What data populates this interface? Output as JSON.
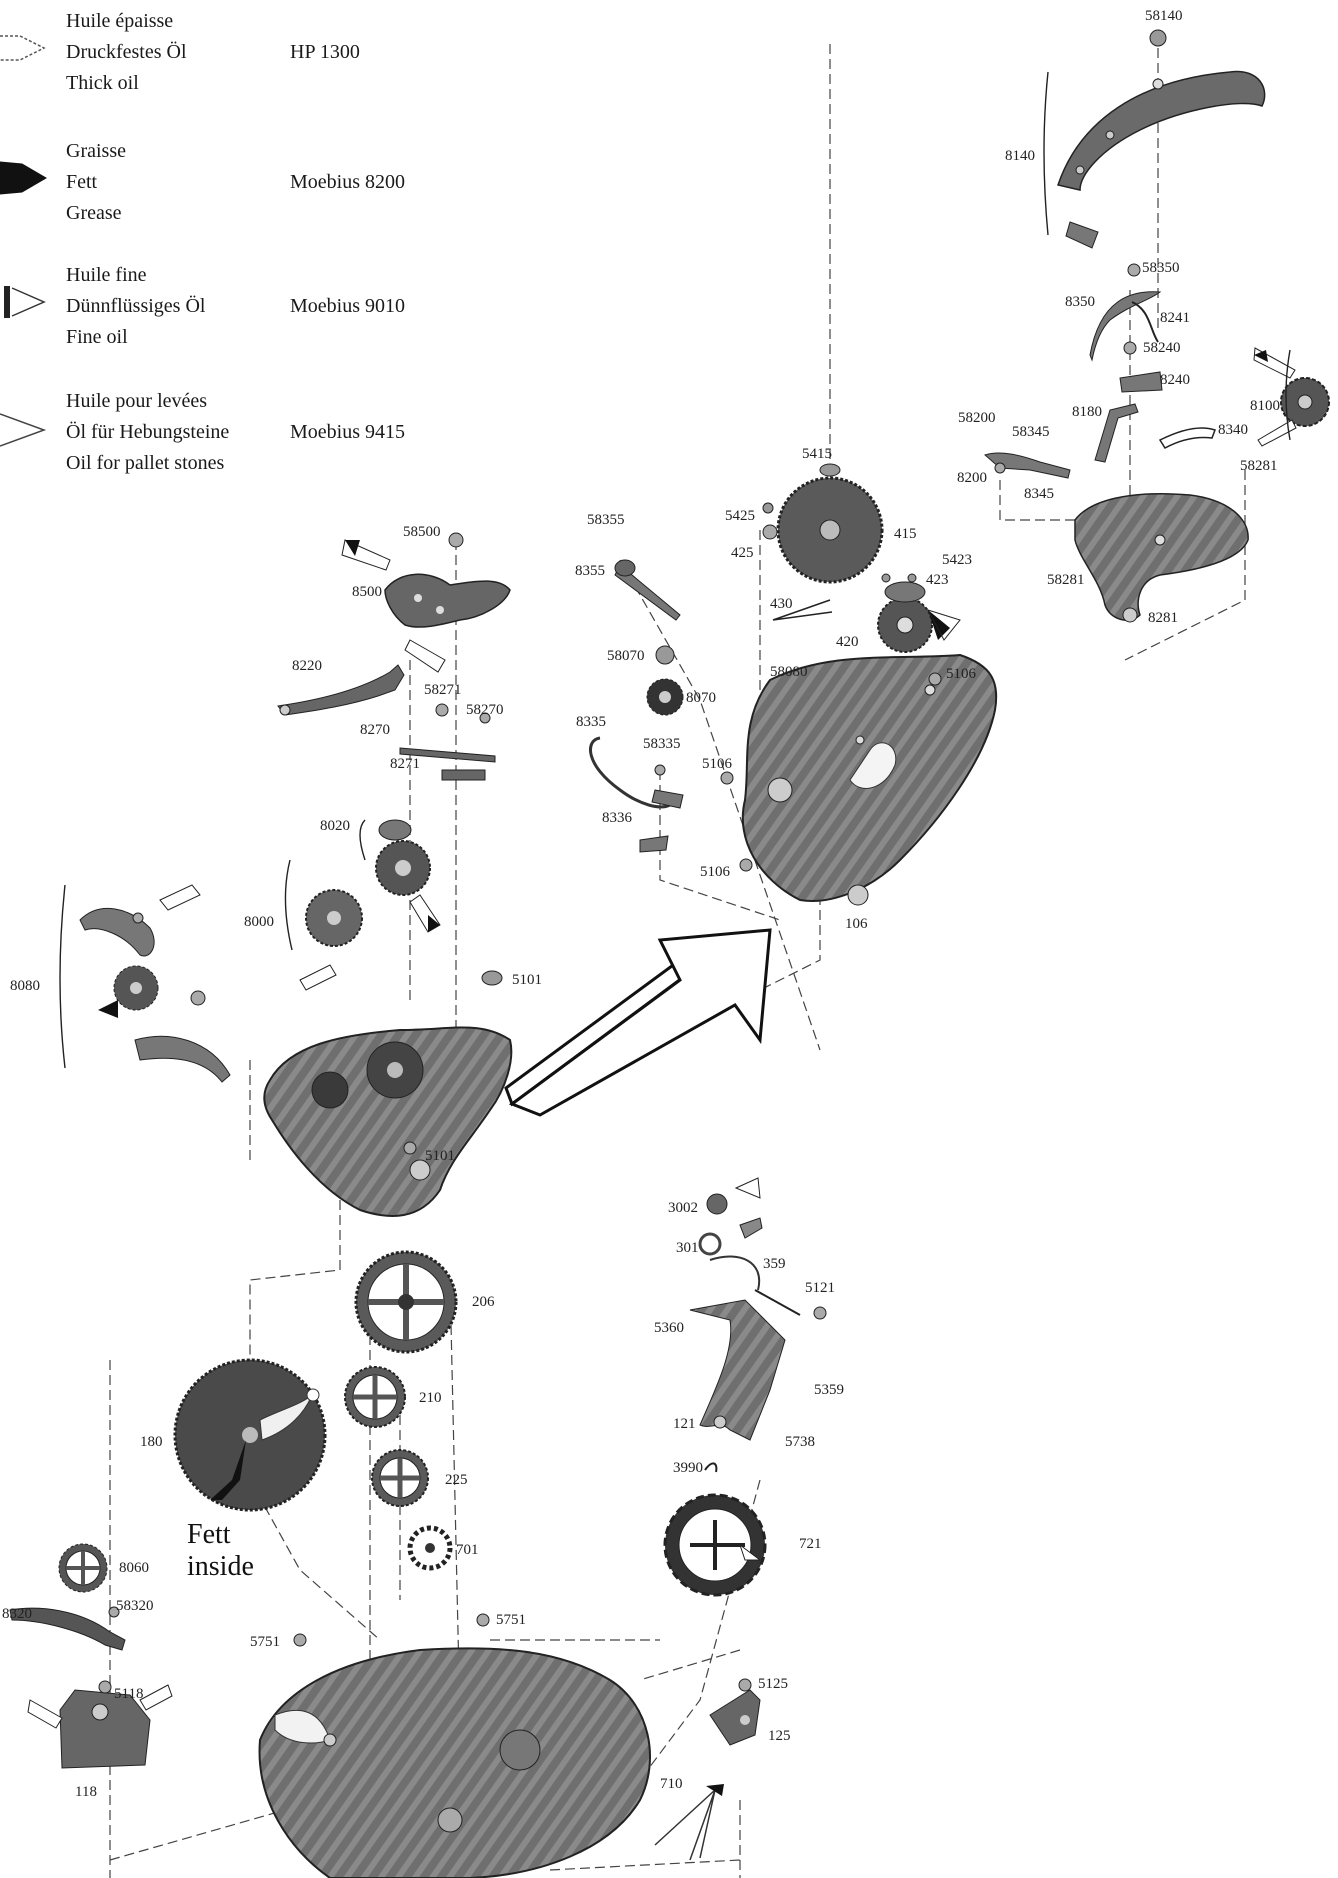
{
  "legend": [
    {
      "glyph": "thick-oil-icon",
      "fr": "Huile épaisse",
      "de": "Druckfestes Öl",
      "en": "Thick oil",
      "product": "HP 1300"
    },
    {
      "glyph": "grease-icon",
      "fr": "Graisse",
      "de": "Fett",
      "en": "Grease",
      "product": "Moebius 8200"
    },
    {
      "glyph": "fine-oil-icon",
      "fr": "Huile fine",
      "de": "Dünnflüssiges Öl",
      "en": "Fine oil",
      "product": "Moebius 9010"
    },
    {
      "glyph": "pallet-oil-icon",
      "fr": "Huile pour levées",
      "de": "Öl für Hebungsteine",
      "en": "Oil for pallet stones",
      "product": "Moebius 9415"
    }
  ],
  "annotation": {
    "line1": "Fett",
    "line2": "inside"
  },
  "part_labels": {
    "p58140": "58140",
    "p8140": "8140",
    "p58350": "58350",
    "p8350": "8350",
    "p8241": "8241",
    "p58240": "58240",
    "p8240": "8240",
    "p8100": "8100",
    "p8340": "8340",
    "p58200": "58200",
    "p58345": "58345",
    "p8180": "8180",
    "p8200": "8200",
    "p8345": "8345",
    "p58281a": "58281",
    "p58281b": "58281",
    "p8281": "8281",
    "p5415": "5415",
    "p5425": "5425",
    "p415": "415",
    "p425": "425",
    "p5423": "5423",
    "p423": "423",
    "p58355": "58355",
    "p8355": "8355",
    "p430": "430",
    "p420": "420",
    "p58070": "58070",
    "p8070": "8070",
    "p58080": "58080",
    "p5106a": "5106",
    "p5106b": "5106",
    "p5106c": "5106",
    "p8335": "8335",
    "p58335": "58335",
    "p8336": "8336",
    "p106": "106",
    "p58500": "58500",
    "p8500": "8500",
    "p8220": "8220",
    "p58271": "58271",
    "p58270": "58270",
    "p8270": "8270",
    "p8271": "8271",
    "p8020": "8020",
    "p8000": "8000",
    "p8080": "8080",
    "p5101a": "5101",
    "p5101b": "5101",
    "p3002": "3002",
    "p301": "301",
    "p359": "359",
    "p5121": "5121",
    "p5360": "5360",
    "p5359": "5359",
    "p121": "121",
    "p5738": "5738",
    "p3990": "3990",
    "p721": "721",
    "p206": "206",
    "p210": "210",
    "p225": "225",
    "p701": "701",
    "p180": "180",
    "p8060": "8060",
    "p58320": "58320",
    "p8320": "8320",
    "p5118": "5118",
    "p118": "118",
    "p5751a": "5751",
    "p5751b": "5751",
    "p5125": "5125",
    "p125": "125",
    "p710": "710"
  }
}
